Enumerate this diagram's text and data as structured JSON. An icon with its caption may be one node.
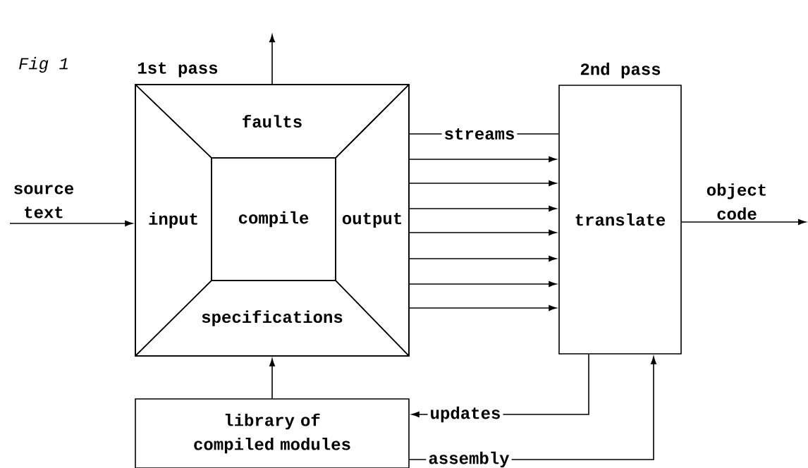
{
  "diagram": {
    "nodes": [
      {
        "text": [
          "1st pass"
        ]
      },
      {
        "text": [
          "faults"
        ],
        "in": 0
      },
      {
        "text": [
          "input"
        ],
        "in": 0
      },
      {
        "text": [
          "compile"
        ],
        "in": 0
      },
      {
        "text": [
          "output"
        ],
        "in": 0
      },
      {
        "text": [
          "specifications"
        ],
        "in": 0
      },
      {
        "text": [
          "2nd pass",
          "translate"
        ]
      },
      {
        "text": [
          "library of compiled modules"
        ]
      }
    ],
    "edges": [
      {
        "from": null,
        "to": 2,
        "arrow": "to",
        "label": "source text"
      },
      {
        "from": 1,
        "to": null,
        "arrow": "to"
      },
      {
        "from": 4,
        "to": 6,
        "arrow": "none",
        "label": "streams"
      },
      {
        "from": 4,
        "to": 6,
        "arrow": "to"
      },
      {
        "from": 4,
        "to": 6,
        "arrow": "to"
      },
      {
        "from": 4,
        "to": 6,
        "arrow": "to"
      },
      {
        "from": 4,
        "to": 6,
        "arrow": "to"
      },
      {
        "from": 4,
        "to": 6,
        "arrow": "to"
      },
      {
        "from": 4,
        "to": 6,
        "arrow": "to"
      },
      {
        "from": 4,
        "to": 6,
        "arrow": "to"
      },
      {
        "from": 7,
        "to": 5,
        "arrow": "to"
      },
      {
        "from": 6,
        "to": 7,
        "arrow": "to",
        "label": "updates"
      },
      {
        "from": 7,
        "to": 6,
        "arrow": "to",
        "label": "assembly"
      },
      {
        "from": 6,
        "to": null,
        "arrow": "to",
        "label": "object code"
      }
    ],
    "labels": [
      "Fig 1"
    ]
  }
}
